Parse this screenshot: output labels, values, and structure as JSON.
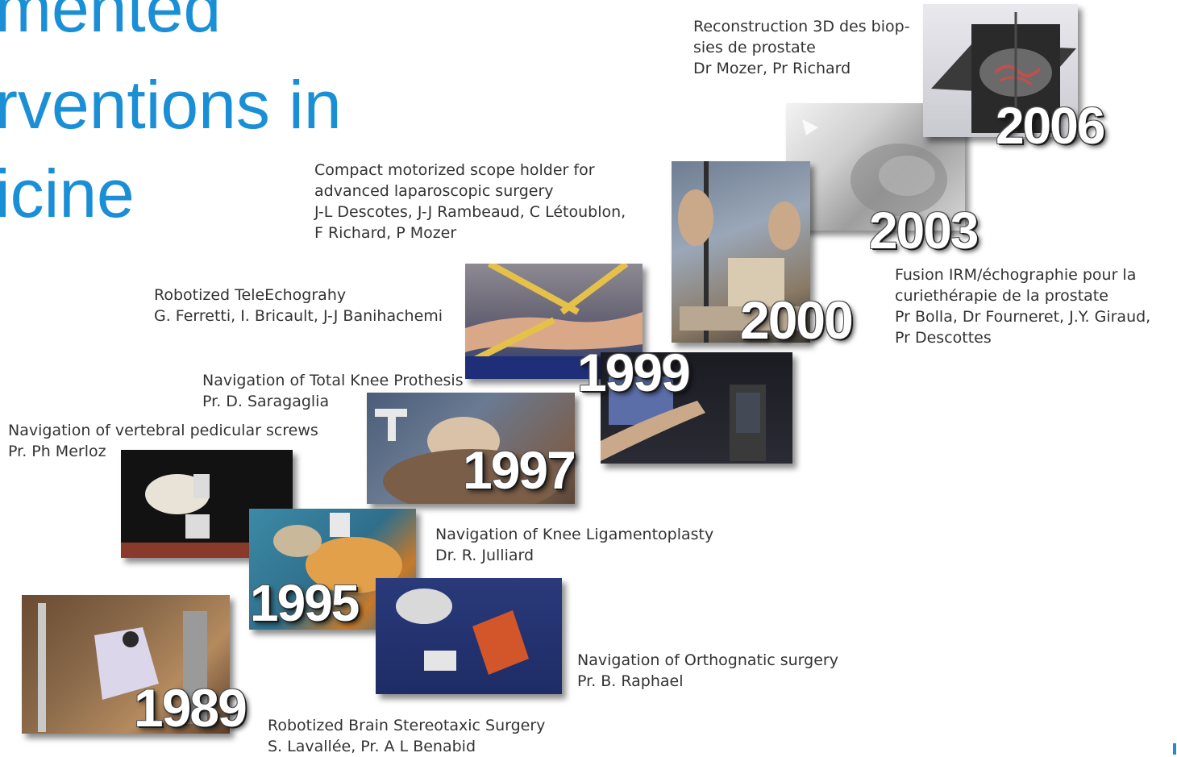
{
  "title": {
    "lines": [
      "mented",
      "rventions in",
      "icine"
    ]
  },
  "milestones": [
    {
      "year": "2006",
      "lines": [
        "Reconstruction 3D des biop-",
        "sies de prostate",
        "Dr Mozer, Pr Richard"
      ]
    },
    {
      "year": "2003",
      "lines": [
        "Fusion IRM/échographie pour la",
        "curiethérapie de la prostate",
        "Pr Bolla, Dr Fourneret, J.Y. Giraud,",
        "Pr Descottes"
      ]
    },
    {
      "year": "2000",
      "lines": [
        "Compact motorized scope holder for",
        "advanced laparoscopic surgery",
        "J-L Descotes, J-J Rambeaud, C Létoublon,",
        "F Richard, P Mozer"
      ]
    },
    {
      "year": "1999",
      "lines": [
        "Robotized TeleEchograhy",
        "G. Ferretti, I. Bricault, J-J Banihachemi"
      ]
    },
    {
      "year": "1997",
      "lines": [
        "Navigation of Total Knee Prothesis",
        "Pr. D. Saragaglia"
      ]
    },
    {
      "year": "",
      "lines": [
        "Navigation of vertebral pedicular screws",
        "Pr. Ph Merloz"
      ]
    },
    {
      "year": "1995",
      "lines": [
        "Navigation of Knee Ligamentoplasty",
        "Dr. R. Julliard"
      ]
    },
    {
      "year": "",
      "lines": [
        "Navigation of Orthognatic surgery",
        "Pr. B. Raphael"
      ]
    },
    {
      "year": "1989",
      "lines": [
        "Robotized Brain Stereotaxic Surgery",
        "S. Lavallée, Pr. A L Benabid"
      ]
    }
  ],
  "colors": {
    "title": "#1a8fd6",
    "caption": "#333333",
    "year": "#ffffff"
  }
}
